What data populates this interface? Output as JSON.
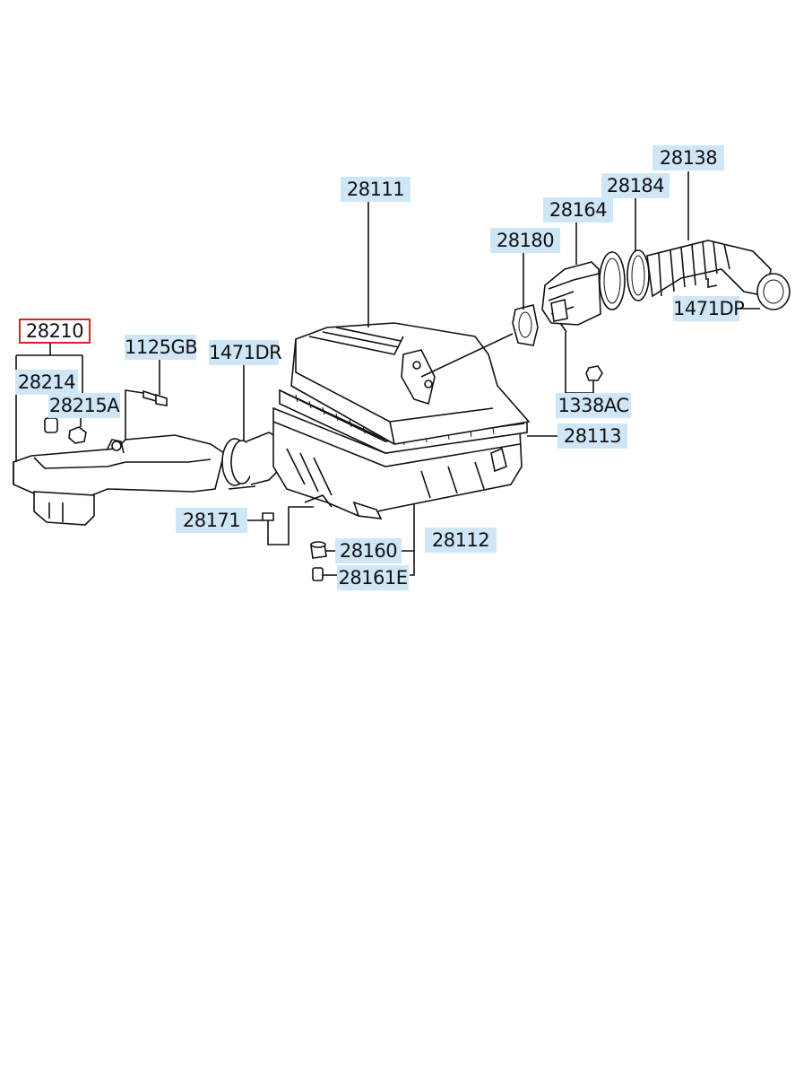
{
  "colors": {
    "label_bg": "#cfe6f7",
    "selected_border": "#e02020",
    "line": "#111111"
  },
  "labels": {
    "p28210": "28210",
    "p28214": "28214",
    "p28215A": "28215A",
    "p1125GB": "1125GB",
    "p1471DR": "1471DR",
    "p28111": "28111",
    "p28180": "28180",
    "p28164": "28164",
    "p28184": "28184",
    "p28138": "28138",
    "p1471DP": "1471DP",
    "p1338AC": "1338AC",
    "p28113": "28113",
    "p28171": "28171",
    "p28160": "28160",
    "p28112": "28112",
    "p28161E": "28161E"
  },
  "selected_part": "28210"
}
